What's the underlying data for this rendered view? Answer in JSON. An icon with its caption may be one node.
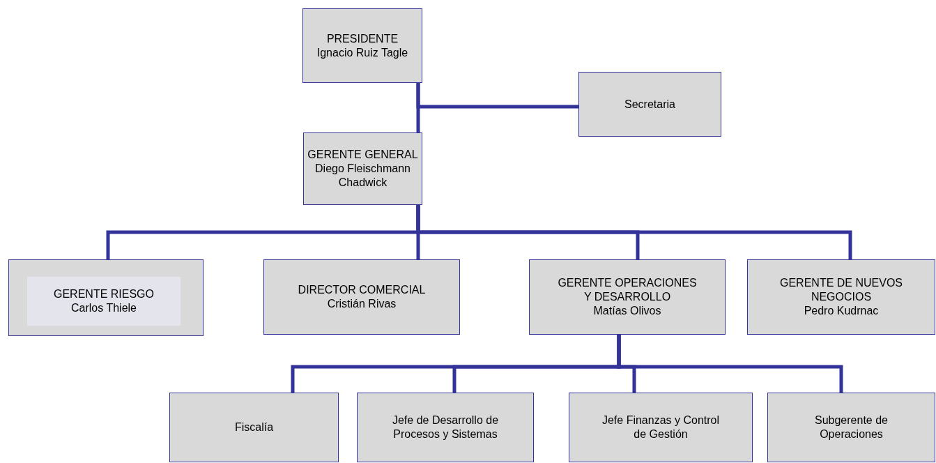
{
  "diagram": {
    "nodes": [
      {
        "text": [
          "PRESIDENTE",
          "Ignacio Ruiz Tagle"
        ]
      },
      {
        "text": [
          "Secretaria"
        ]
      },
      {
        "text": [
          "GERENTE GENERAL",
          "Diego Fleischmann Chadwick"
        ]
      },
      {
        "text": [
          "GERENTE RIESGO",
          "Carlos Thiele"
        ]
      },
      {
        "text": [
          "DIRECTOR COMERCIAL",
          "Cristián Rivas"
        ]
      },
      {
        "text": [
          "GERENTE OPERACIONES Y DESARROLLO",
          "Matías Olivos"
        ]
      },
      {
        "text": [
          "GERENTE DE NUEVOS NEGOCIOS",
          "Pedro Kudrnac"
        ]
      },
      {
        "text": [
          "Fiscalía"
        ]
      },
      {
        "text": [
          "Jefe de Desarrollo de Procesos y Sistemas"
        ]
      },
      {
        "text": [
          "Jefe Finanzas y Control de Gestión"
        ]
      },
      {
        "text": [
          "Subgerente de Operaciones"
        ]
      }
    ],
    "edges": [
      {
        "from": 0,
        "to": 1,
        "arrow": "none"
      },
      {
        "from": 0,
        "to": 2,
        "arrow": "none"
      },
      {
        "from": 2,
        "to": 3,
        "arrow": "none"
      },
      {
        "from": 2,
        "to": 4,
        "arrow": "none"
      },
      {
        "from": 2,
        "to": 5,
        "arrow": "none"
      },
      {
        "from": 2,
        "to": 6,
        "arrow": "none"
      },
      {
        "from": 5,
        "to": 7,
        "arrow": "none"
      },
      {
        "from": 5,
        "to": 8,
        "arrow": "none"
      },
      {
        "from": 5,
        "to": 9,
        "arrow": "none"
      },
      {
        "from": 5,
        "to": 10,
        "arrow": "none"
      }
    ]
  }
}
